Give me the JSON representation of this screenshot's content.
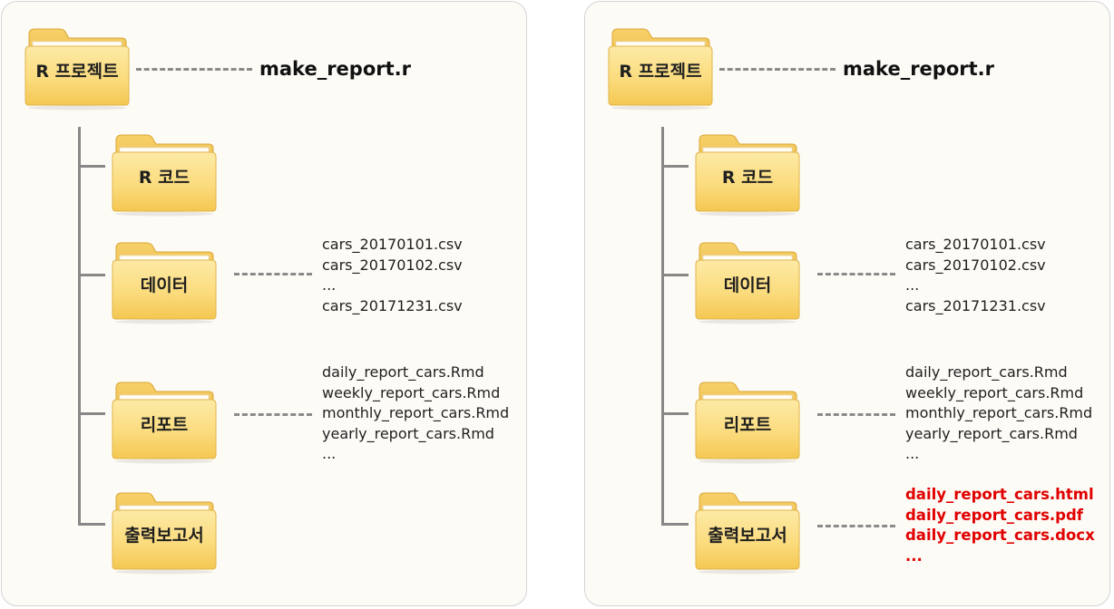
{
  "colors": {
    "folder_front": "#fbe08a",
    "folder_back": "#f0c247",
    "connector": "#888888",
    "output_text": "#e00000",
    "panel_bg": "#fdfbf6"
  },
  "panels": [
    {
      "id": "left",
      "root": {
        "icon": "folder-icon",
        "label": "R 프로젝트",
        "file": "make_report.r"
      },
      "folders": [
        {
          "key": "code",
          "icon": "folder-icon",
          "label": "R 코드",
          "files": []
        },
        {
          "key": "data",
          "icon": "folder-icon",
          "label": "데이터",
          "files": [
            "cars_20170101.csv",
            "cars_20170102.csv",
            "...",
            "cars_20171231.csv"
          ]
        },
        {
          "key": "report",
          "icon": "folder-icon",
          "label": "리포트",
          "files": [
            "daily_report_cars.Rmd",
            "weekly_report_cars.Rmd",
            "monthly_report_cars.Rmd",
            "yearly_report_cars.Rmd",
            "..."
          ]
        },
        {
          "key": "output",
          "icon": "folder-icon",
          "label": "출력보고서",
          "files": []
        }
      ]
    },
    {
      "id": "right",
      "root": {
        "icon": "folder-icon",
        "label": "R 프로젝트",
        "file": "make_report.r"
      },
      "folders": [
        {
          "key": "code",
          "icon": "folder-icon",
          "label": "R 코드",
          "files": []
        },
        {
          "key": "data",
          "icon": "folder-icon",
          "label": "데이터",
          "files": [
            "cars_20170101.csv",
            "cars_20170102.csv",
            "...",
            "cars_20171231.csv"
          ]
        },
        {
          "key": "report",
          "icon": "folder-icon",
          "label": "리포트",
          "files": [
            "daily_report_cars.Rmd",
            "weekly_report_cars.Rmd",
            "monthly_report_cars.Rmd",
            "yearly_report_cars.Rmd",
            "..."
          ]
        },
        {
          "key": "output",
          "icon": "folder-icon",
          "label": "출력보고서",
          "files": [
            "daily_report_cars.html",
            "daily_report_cars.pdf",
            "daily_report_cars.docx",
            "..."
          ]
        }
      ]
    }
  ]
}
